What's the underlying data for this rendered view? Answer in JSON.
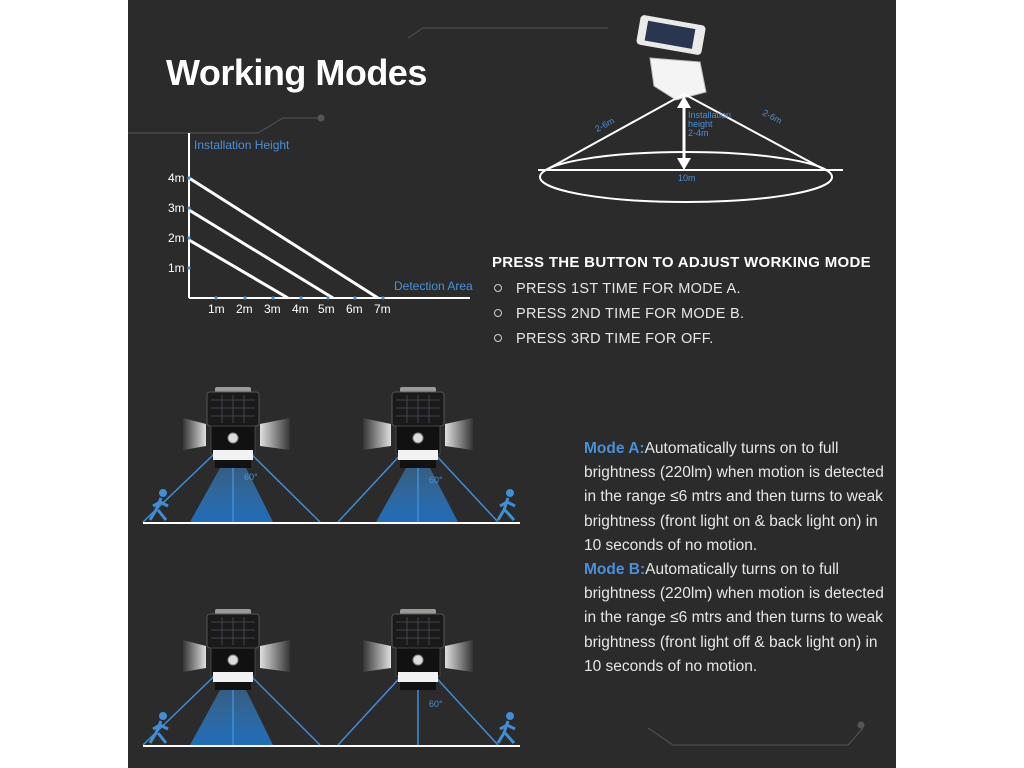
{
  "title": "Working Modes",
  "chart": {
    "y_axis_label": "Installation Height",
    "x_axis_label": "Detection Area",
    "y_ticks": [
      "4m",
      "3m",
      "2m",
      "1m"
    ],
    "x_ticks": [
      "1m",
      "2m",
      "3m",
      "4m",
      "5m",
      "6m",
      "7m"
    ]
  },
  "diagram": {
    "left_slant": "2-6m",
    "right_slant": "2-6m",
    "height_label_1": "Installation",
    "height_label_2": "height",
    "height_label_3": "2-4m",
    "diameter": "10m"
  },
  "instructions": {
    "heading": "PRESS THE BUTTON TO ADJUST WORKING MODE",
    "items": [
      "PRESS 1ST TIME FOR MODE A.",
      "PRESS 2ND TIME FOR MODE B.",
      "PRESS 3RD TIME FOR OFF."
    ]
  },
  "angle_label": "60°",
  "mode_a": {
    "name": "Mode A:",
    "text": "Automatically turns on to full brightness (220lm) when motion is detected in the range ≤6 mtrs and then turns to weak brightness (front light on & back light on) in 10 seconds of no motion."
  },
  "mode_b": {
    "name": "Mode B:",
    "text": "Automatically turns on to full brightness (220lm) when motion is detected in the range ≤6 mtrs and then turns to weak brightness (front light off & back light on) in 10 seconds of no motion."
  },
  "colors": {
    "background": "#2b2b2b",
    "accent": "#4a90d9",
    "text": "#ffffff"
  }
}
